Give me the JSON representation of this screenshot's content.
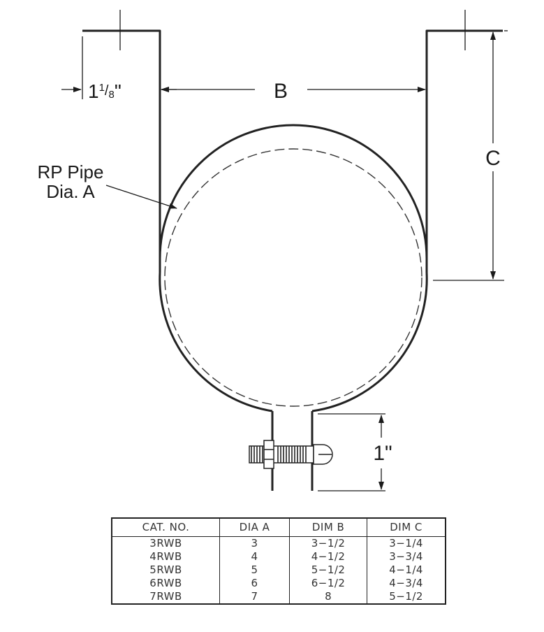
{
  "labels": {
    "flange_width_whole": "1",
    "flange_width_num": "1",
    "flange_width_slash": "/",
    "flange_width_den": "8",
    "flange_width_unit": "\"",
    "dim_b": "B",
    "dim_c": "C",
    "pipe_line1": "RP Pipe",
    "pipe_line2": "Dia. A",
    "bolt_gap": "1\""
  },
  "table": {
    "headers": [
      "CAT. NO.",
      "DIA A",
      "DIM B",
      "DIM C"
    ],
    "rows": [
      [
        "3RWB",
        "3",
        "3−1/2",
        "3−1/4"
      ],
      [
        "4RWB",
        "4",
        "4−1/2",
        "3−3/4"
      ],
      [
        "5RWB",
        "5",
        "5−1/2",
        "4−1/4"
      ],
      [
        "6RWB",
        "6",
        "6−1/2",
        "4−3/4"
      ],
      [
        "7RWB",
        "7",
        "8",
        "5−1/2"
      ]
    ]
  }
}
